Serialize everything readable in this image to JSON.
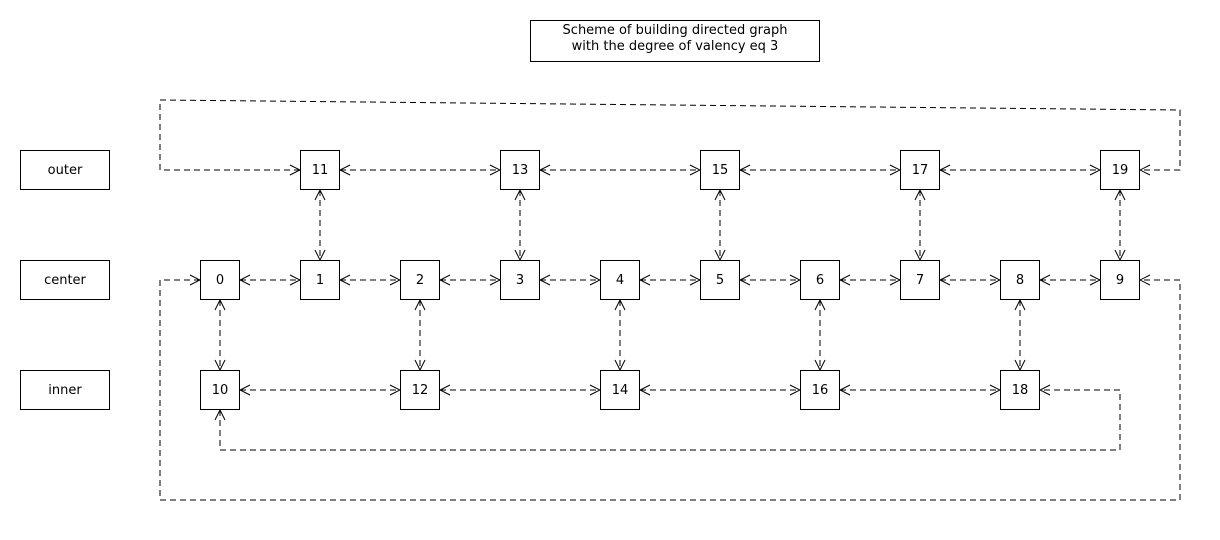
{
  "title": {
    "line1": "Scheme of building directed graph",
    "line2": "with the degree of valency eq 3"
  },
  "rows": {
    "outer": "outer",
    "center": "center",
    "inner": "inner"
  },
  "nodes": {
    "outer": [
      "11",
      "13",
      "15",
      "17",
      "19"
    ],
    "center": [
      "0",
      "1",
      "2",
      "3",
      "4",
      "5",
      "6",
      "7",
      "8",
      "9"
    ],
    "inner": [
      "10",
      "12",
      "14",
      "16",
      "18"
    ]
  },
  "edges": [
    [
      "0",
      "1"
    ],
    [
      "1",
      "2"
    ],
    [
      "2",
      "3"
    ],
    [
      "3",
      "4"
    ],
    [
      "4",
      "5"
    ],
    [
      "5",
      "6"
    ],
    [
      "6",
      "7"
    ],
    [
      "7",
      "8"
    ],
    [
      "8",
      "9"
    ],
    [
      "11",
      "13"
    ],
    [
      "13",
      "15"
    ],
    [
      "15",
      "17"
    ],
    [
      "17",
      "19"
    ],
    [
      "10",
      "12"
    ],
    [
      "12",
      "14"
    ],
    [
      "14",
      "16"
    ],
    [
      "16",
      "18"
    ],
    [
      "1",
      "11"
    ],
    [
      "3",
      "13"
    ],
    [
      "5",
      "15"
    ],
    [
      "7",
      "17"
    ],
    [
      "9",
      "19"
    ],
    [
      "0",
      "10"
    ],
    [
      "2",
      "12"
    ],
    [
      "4",
      "14"
    ],
    [
      "6",
      "16"
    ],
    [
      "8",
      "18"
    ],
    [
      "11",
      "19"
    ],
    [
      "0",
      "9"
    ],
    [
      "10",
      "18"
    ]
  ]
}
